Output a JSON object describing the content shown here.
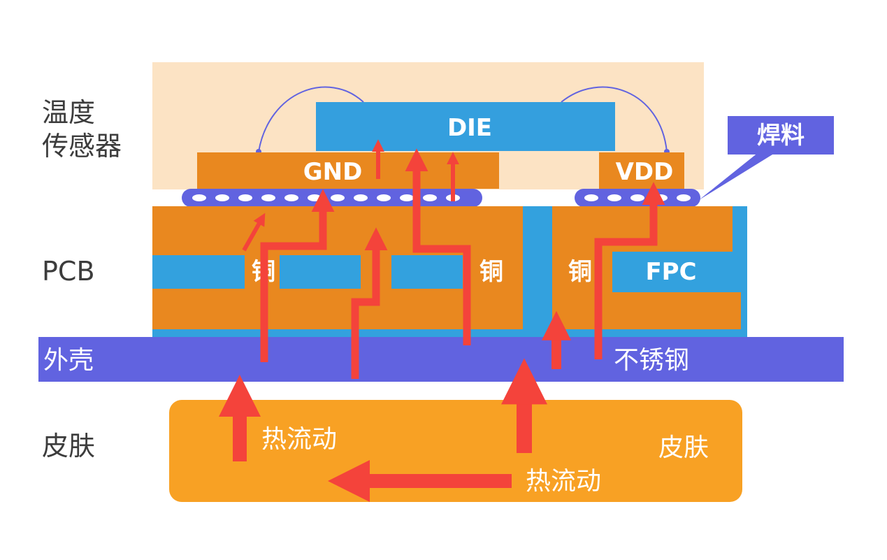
{
  "row_labels": {
    "sensor": [
      "温度",
      "传感器"
    ],
    "pcb": "PCB",
    "housing": "外壳",
    "skin": "皮肤"
  },
  "sensor_parts": {
    "die": "DIE",
    "gnd": "GND",
    "vdd": "VDD",
    "solder": "焊料"
  },
  "pcb_parts": {
    "copper": "铜",
    "fpc": "FPC"
  },
  "housing_parts": {
    "stainless": "不锈钢"
  },
  "skin_parts": {
    "skin": "皮肤",
    "heat_flow": "热流动"
  },
  "colors": {
    "sensor_bg": "#fce3c4",
    "die": "#349fde",
    "pad": "#e9881f",
    "solder": "#6163e0",
    "pcb_orange": "#e9881f",
    "pcb_blue": "#33a1de",
    "housing": "#6163e0",
    "skin": "#f8a124",
    "heat_arrow": "#f4433b",
    "wire": "#6163e0"
  }
}
